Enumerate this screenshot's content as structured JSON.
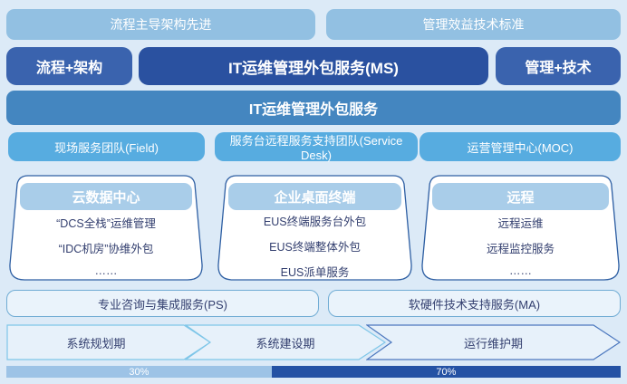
{
  "colors": {
    "background": "#dceaf7",
    "banner_blue": "#92c0e2",
    "dark_pill": "#3a63ae",
    "center_pill": "#2a51a0",
    "main_bar": "#4486c0",
    "team_blue": "#57ace0",
    "card_border": "#2e5fa3",
    "card_header": "#a9cde9",
    "body_text": "#333f6f",
    "arrow_light_border": "#7ec6e8",
    "arrow_dark_border": "#4b77be",
    "bar_light": "#9dc3e6",
    "bar_dark": "#2452a4"
  },
  "top_banners": [
    {
      "label": "流程主导架构先进"
    },
    {
      "label": "管理效益技术标准"
    }
  ],
  "header_row": {
    "left": "流程+架构",
    "center": "IT运维管理外包服务(MS)",
    "right": "管理+技术"
  },
  "main_bar": {
    "label": "IT运维管理外包服务"
  },
  "teams": [
    {
      "label": "现场服务团队(Field)"
    },
    {
      "label": "服务台远程服务支持团队(Service Desk)"
    },
    {
      "label": "运营管理中心(MOC)"
    }
  ],
  "service_cards": [
    {
      "title": "云数据中心",
      "items": [
        "“DCS全栈”运维管理",
        "“IDC机房”协维外包",
        "……"
      ]
    },
    {
      "title": "企业桌面终端",
      "items": [
        "EUS终端服务台外包",
        "EUS终端整体外包",
        "EUS派单服务"
      ]
    },
    {
      "title": "远程",
      "items": [
        "远程运维",
        "远程监控服务",
        "……"
      ]
    }
  ],
  "support_services": [
    {
      "label": "专业咨询与集成服务(PS)"
    },
    {
      "label": "软硬件技术支持服务(MA)"
    }
  ],
  "phases": [
    {
      "label": "系统规划期"
    },
    {
      "label": "系统建设期"
    },
    {
      "label": "运行维护期"
    }
  ],
  "progress": {
    "left": {
      "label": "30%",
      "width_pct": 43.2
    },
    "right": {
      "label": "70%",
      "width_pct": 56.8
    }
  }
}
